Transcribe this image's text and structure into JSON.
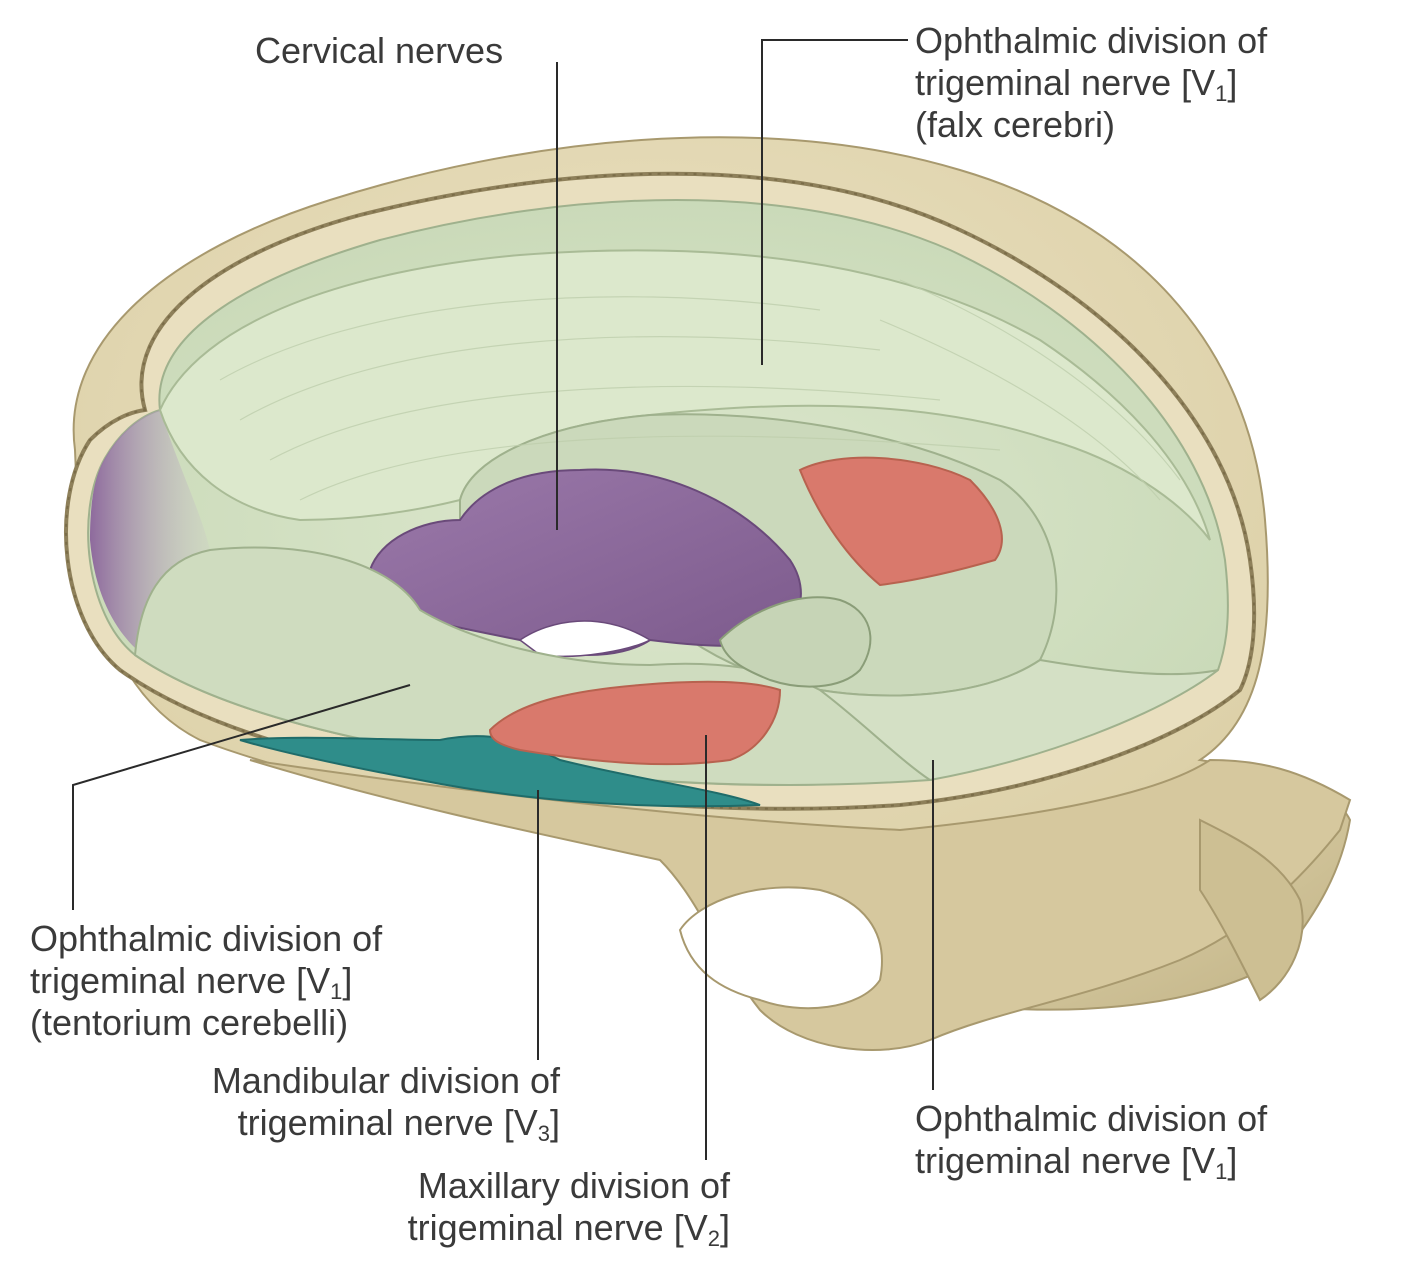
{
  "labels": {
    "cervical": {
      "line1": "Cervical nerves"
    },
    "falx": {
      "line1": "Ophthalmic division of",
      "line2_pre": "trigeminal nerve [V",
      "line2_sub": "1",
      "line2_post": "]",
      "line3": "(falx cerebri)"
    },
    "tentorium": {
      "line1": "Ophthalmic division of",
      "line2_pre": "trigeminal nerve [V",
      "line2_sub": "1",
      "line2_post": "]",
      "line3": "(tentorium cerebelli)"
    },
    "mandibular": {
      "line1": "Mandibular division of",
      "line2_pre": "trigeminal nerve [V",
      "line2_sub": "3",
      "line2_post": "]"
    },
    "maxillary": {
      "line1": "Maxillary division of",
      "line2_pre": "trigeminal nerve [V",
      "line2_sub": "2",
      "line2_post": "]"
    },
    "ophthalmic_lower": {
      "line1": "Ophthalmic division of",
      "line2_pre": "trigeminal nerve [V",
      "line2_sub": "1",
      "line2_post": "]"
    }
  },
  "colors": {
    "bone": "#e2d7b4",
    "bone_shadow": "#c9bb8f",
    "bone_edge": "#a8996e",
    "dura_green": "#d3e0c3",
    "dura_green_dark": "#b9cba8",
    "cervical_purple": "#8d6a9b",
    "maxillary_red": "#d9796c",
    "mandibular_teal": "#2f8d8a",
    "leader_line": "#2a2a2a",
    "text": "#3a3a3a"
  }
}
